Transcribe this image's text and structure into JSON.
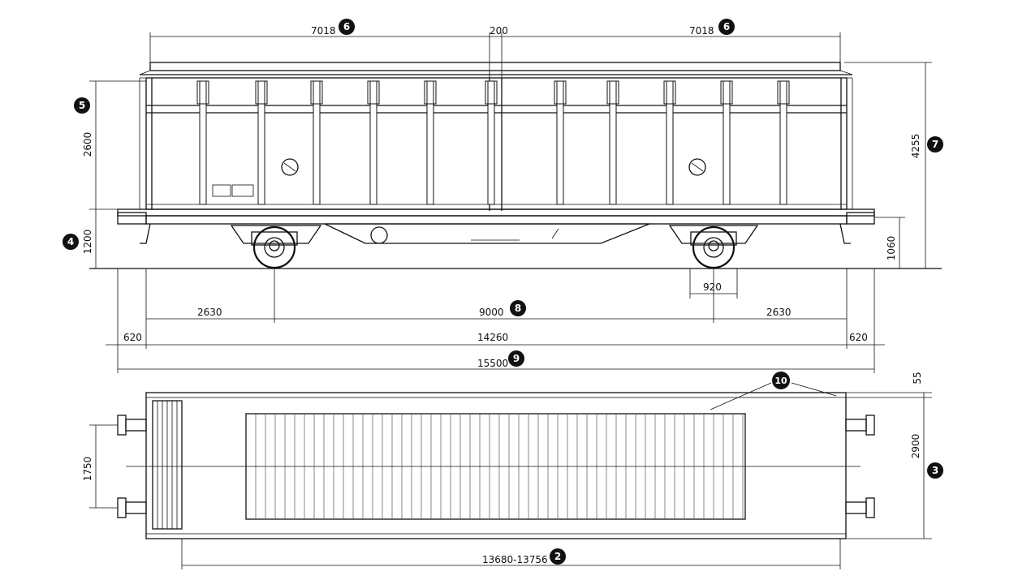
{
  "drawing": {
    "side_view": {
      "dim_top_left": "7018",
      "dim_top_mid": "200",
      "dim_top_right": "7018",
      "dim_height_body": "2600",
      "dim_height_floor": "1200",
      "dim_height_total": "4255",
      "dim_height_buffer": "1060",
      "dim_wheelbase": "920",
      "dim_overhang_left": "2630",
      "dim_bogie_centres": "9000",
      "dim_overhang_right": "2630",
      "dim_buffer_left": "620",
      "dim_length_body": "14260",
      "dim_buffer_right": "620",
      "dim_length_total": "15500"
    },
    "plan_view": {
      "dim_edge": "55",
      "dim_width": "2900",
      "dim_buffer_spacing": "1750",
      "dim_inner_length": "13680-13756"
    },
    "badges": {
      "b2": "2",
      "b3": "3",
      "b4": "4",
      "b5": "5",
      "b6a": "6",
      "b6b": "6",
      "b7": "7",
      "b8": "8",
      "b9": "9",
      "b10": "10"
    },
    "colors": {
      "ink": "#111111",
      "frame_gray": "#999999",
      "panel_blue": "#cdd9e8"
    }
  }
}
